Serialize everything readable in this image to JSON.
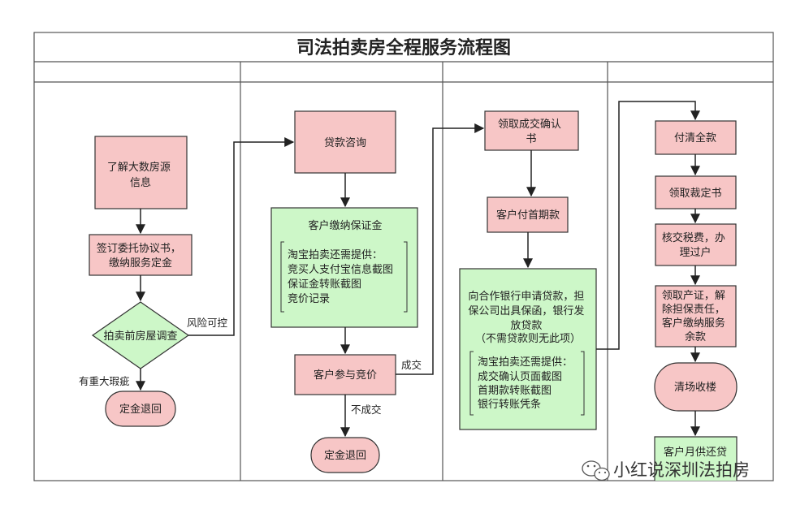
{
  "title": "司法拍卖房全程服务流程图",
  "colors": {
    "pink": "#f7c6c6",
    "green": "#cdf7c8",
    "border": "#333333",
    "line": "#222222"
  },
  "nodes": {
    "learn_listing": [
      "了解大数房源",
      "信息"
    ],
    "sign_agreement": [
      "签订委托协议书，",
      "缴纳服务定金"
    ],
    "pre_auction_survey": [
      "拍卖前房屋调查"
    ],
    "deposit_refund_1": [
      "定金退回"
    ],
    "loan_consult": [
      "贷款咨询"
    ],
    "pay_deposit": {
      "title": "客户缴纳保证金",
      "note": [
        "淘宝拍卖还需提供：",
        "竞买人支付宝信息截图",
        "保证金转账截图",
        "竞价记录"
      ]
    },
    "join_bidding": [
      "客户参与竞价"
    ],
    "deposit_refund_2": [
      "定金退回"
    ],
    "get_confirmation": [
      "领取成交确认",
      "书"
    ],
    "pay_down_payment": [
      "客户付首期款"
    ],
    "bank_loan": {
      "text": [
        "向合作银行申请贷款，担",
        "保公司出具保函，银行发",
        "放贷款",
        "（不需贷款则无此项）"
      ],
      "note": [
        "淘宝拍卖还需提供：",
        "成交确认页面截图",
        "首期款转账截图",
        "银行转账凭条"
      ]
    },
    "pay_full": [
      "付清全款"
    ],
    "get_ruling": [
      "领取裁定书"
    ],
    "tax_transfer": [
      "核交税费，办",
      "理过户"
    ],
    "get_certificate": [
      "领取产证，解",
      "除担保责任，",
      "客户缴纳服务",
      "余款"
    ],
    "clear_house": [
      "清场收楼"
    ],
    "monthly_payment": [
      "客户月供还贷"
    ]
  },
  "edge_labels": {
    "risk_controllable": "风险可控",
    "major_defect": "有重大瑕疵",
    "deal": "成交",
    "no_deal": "不成交"
  },
  "watermark": "小红说深圳法拍房"
}
